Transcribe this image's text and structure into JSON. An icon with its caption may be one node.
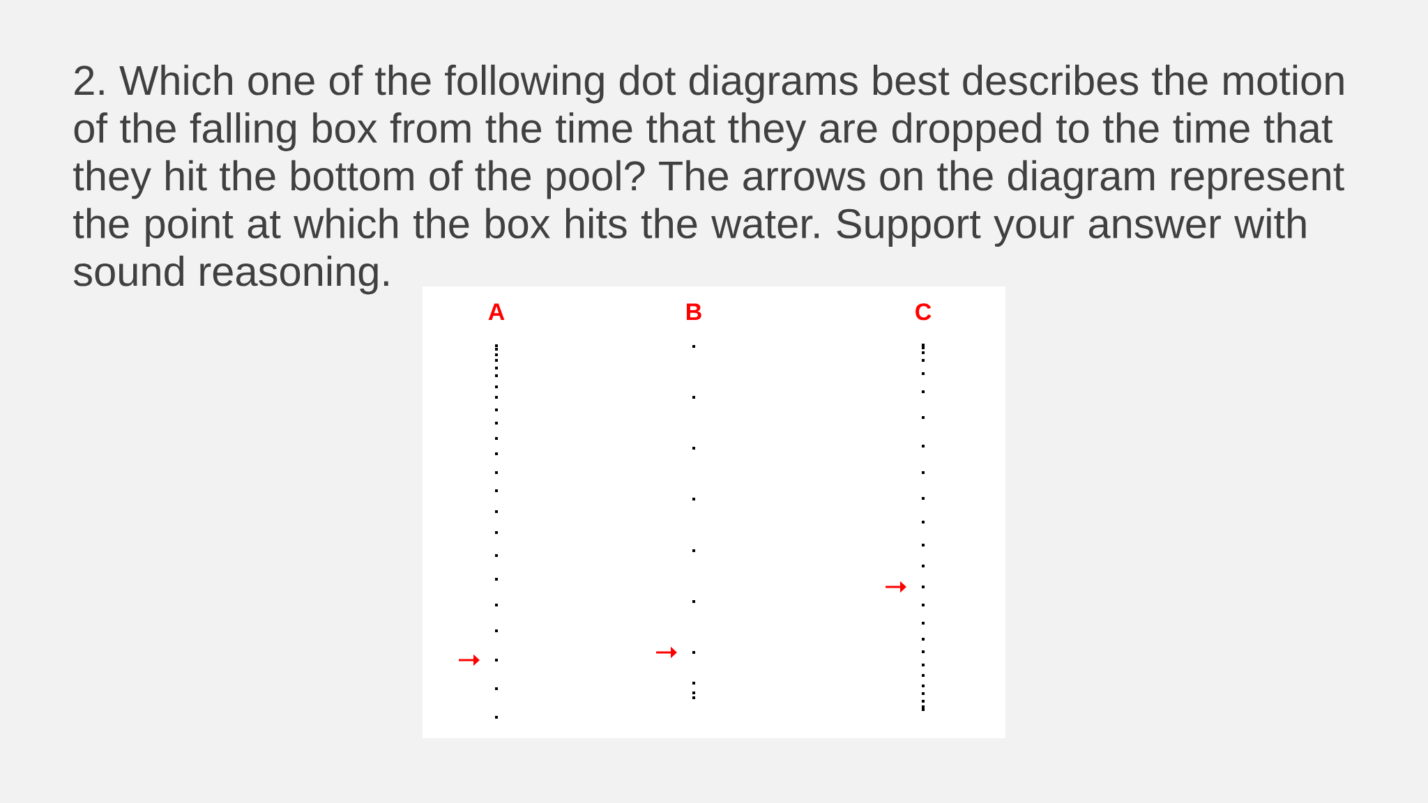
{
  "diagram": {
    "title": "2. Which one of the following dot diagrams best describes the motion of the falling box from the time that they are dropped to the time that they hit the bottom of the pool? The arrows on the diagram represent the point at which the box hits the water. Support your answer with sound reasoning.",
    "labels": [
      "A",
      "B",
      "C"
    ]
  }
}
